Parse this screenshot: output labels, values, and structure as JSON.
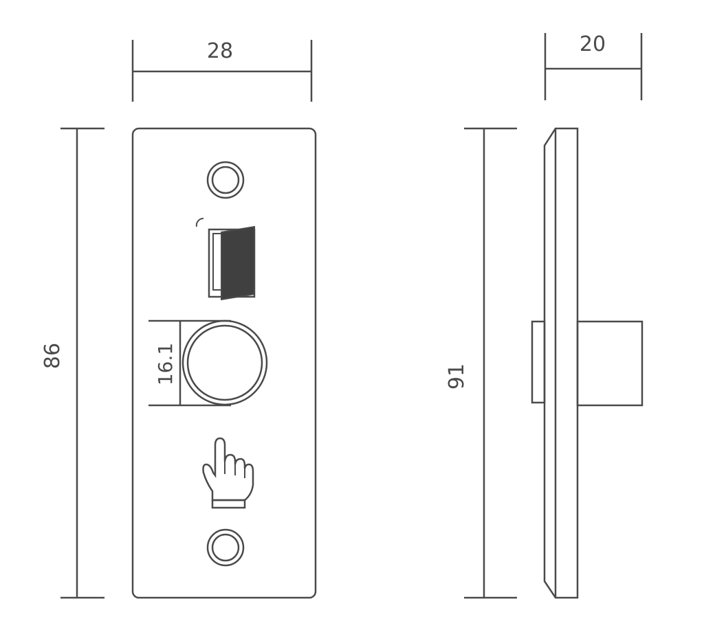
{
  "diagram": {
    "front_view": {
      "width_label": "28",
      "height_label": "86",
      "button_diameter_label": "16.1"
    },
    "side_view": {
      "depth_label": "20",
      "height_label": "91"
    },
    "icons": [
      "screw-hole-icon",
      "door-open-icon",
      "push-button-icon",
      "hand-pointer-icon"
    ],
    "colors": {
      "line": "#4a4a4a",
      "door_fill": "#404040",
      "background": "#ffffff"
    }
  }
}
